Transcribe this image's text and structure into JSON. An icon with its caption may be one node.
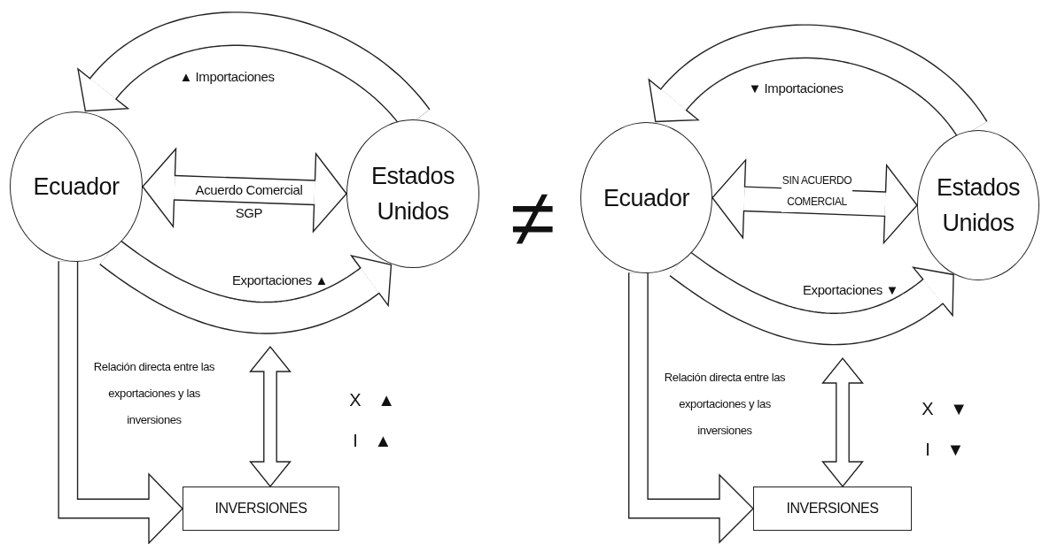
{
  "diagram": {
    "nodes": [
      {
        "text": [
          "Ecuador"
        ]
      },
      {
        "text": [
          "Estados Unidos"
        ]
      },
      {
        "text": [
          "INVERSIONES"
        ]
      },
      {
        "text": [
          "Ecuador"
        ]
      },
      {
        "text": [
          "Estados Unidos"
        ]
      },
      {
        "text": [
          "INVERSIONES"
        ]
      }
    ],
    "edges": [
      {
        "from": 1,
        "to": 0,
        "arrow": "to",
        "label": "▲ Importaciones"
      },
      {
        "from": 0,
        "to": 1,
        "arrow": "both",
        "label": "Acuerdo Comercial SGP"
      },
      {
        "from": 0,
        "to": 1,
        "arrow": "to",
        "label": "Exportaciones ▲"
      },
      {
        "from": 0,
        "to": 2,
        "arrow": "to"
      },
      {
        "from": null,
        "to": 2,
        "arrow": "both"
      },
      {
        "from": 4,
        "to": 3,
        "arrow": "to",
        "label": "▼ Importaciones"
      },
      {
        "from": 3,
        "to": 4,
        "arrow": "both",
        "label": "SIN ACUERDO COMERCIAL"
      },
      {
        "from": 3,
        "to": 4,
        "arrow": "to",
        "label": "Exportaciones ▼"
      },
      {
        "from": 3,
        "to": 5,
        "arrow": "to"
      },
      {
        "from": null,
        "to": 5,
        "arrow": "both"
      }
    ],
    "labels": [
      "Relación directa entre las exportaciones y las inversiones",
      "X ▲",
      "I ▲",
      "≠",
      "Relación directa entre las exportaciones y las inversiones",
      "X ▼",
      "I ▼"
    ]
  }
}
